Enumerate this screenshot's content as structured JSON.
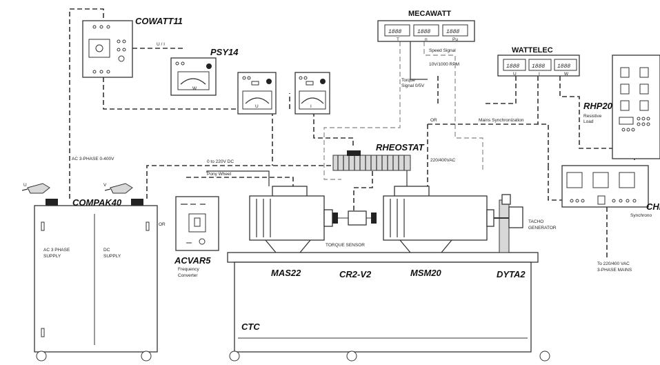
{
  "labels": {
    "cowatt": "COWATT11",
    "psy": "PSY14",
    "mecawatt": "MECAWATT",
    "wattelec": "WATTELEC",
    "rhp": "RHP20",
    "rhp_sub1": "Resistive",
    "rhp_sub2": "Load",
    "rheostat": "RHEOSTAT",
    "compak": "COMPAK40",
    "acvar": "ACVAR5",
    "acvar_sub1": "Frequency",
    "acvar_sub2": "Converter",
    "mas": "MAS22",
    "cr2": "CR2-V2",
    "msm": "MSM20",
    "dyta": "DYTA2",
    "ctc": "CTC",
    "chi": "CHI",
    "ac3phase": "AC 3-PHASE 0-400V",
    "dc_range": "0 to 220V DC",
    "pony": "Pony Wheel",
    "torque_sensor": "TORQUE SENSOR",
    "tacho1": "TACHO",
    "tacho2": "GENERATOR",
    "speed_signal": "Speed Signal",
    "speed_scale": "10V/1000 RPM",
    "torque_signal1": "Torque",
    "torque_signal2": "Signal 0/5V",
    "vac": "220/400VAC",
    "or1": "OR",
    "or2": "OR",
    "mains_sync": "Mains Synchronization",
    "synchro": "Synchrono",
    "mains1": "To 220/400 VAC",
    "mains2": "3-PHASE MAINS",
    "supply_ac1": "AC 3 PHASE",
    "supply_ac2": "SUPPLY",
    "supply_dc1": "DC",
    "supply_dc2": "SUPPLY",
    "ui": "U / I",
    "meter_w": "W",
    "meter_u": "U",
    "meter_i": "I",
    "hand_u": "U",
    "hand_v": "V",
    "display": "1888",
    "meca_t": "T",
    "meca_n": "n",
    "meca_pu": "Pu",
    "watt_u": "U",
    "watt_i": "I",
    "watt_w": "W"
  }
}
